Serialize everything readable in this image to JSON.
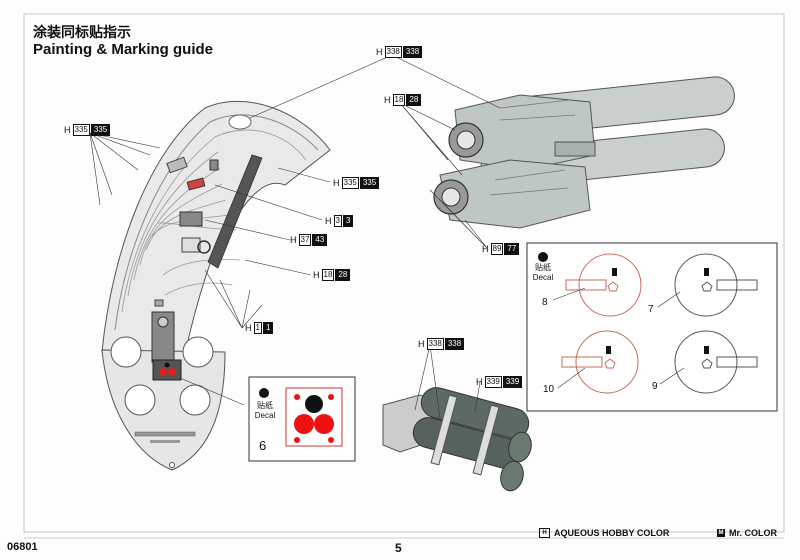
{
  "header": {
    "title_cn": "涂装同标贴指示",
    "title_en": "Painting & Marking guide"
  },
  "callouts": [
    {
      "id": "c338",
      "h_code": "338",
      "mr_code": "338"
    },
    {
      "id": "c1828a",
      "h_code": "18",
      "mr_code": "28"
    },
    {
      "id": "c335a",
      "h_code": "335",
      "mr_code": "335"
    },
    {
      "id": "c335b",
      "h_code": "335",
      "mr_code": "335"
    },
    {
      "id": "c33",
      "h_code": "3",
      "mr_code": "3"
    },
    {
      "id": "c3743",
      "h_code": "37",
      "mr_code": "43"
    },
    {
      "id": "c1828b",
      "h_code": "18",
      "mr_code": "28"
    },
    {
      "id": "c11",
      "h_code": "1",
      "mr_code": "1"
    },
    {
      "id": "c8977",
      "h_code": "89",
      "mr_code": "77"
    },
    {
      "id": "c338b",
      "h_code": "338",
      "mr_code": "338"
    },
    {
      "id": "c339",
      "h_code": "339",
      "mr_code": "339"
    }
  ],
  "h_prefix": "H",
  "decal_box_1": {
    "label_cn": "贴纸",
    "label_en": "Decal",
    "number": "6"
  },
  "decal_box_2": {
    "label_cn": "贴纸",
    "label_en": "Decal",
    "numbers": [
      "8",
      "7",
      "10",
      "9"
    ]
  },
  "footer": {
    "code": "06801",
    "page": "5",
    "legend_aqueous_mark": "H",
    "legend_aqueous": "AQUEOUS HOBBY COLOR",
    "legend_mr_mark": "M",
    "legend_mr": "Mr. COLOR"
  }
}
